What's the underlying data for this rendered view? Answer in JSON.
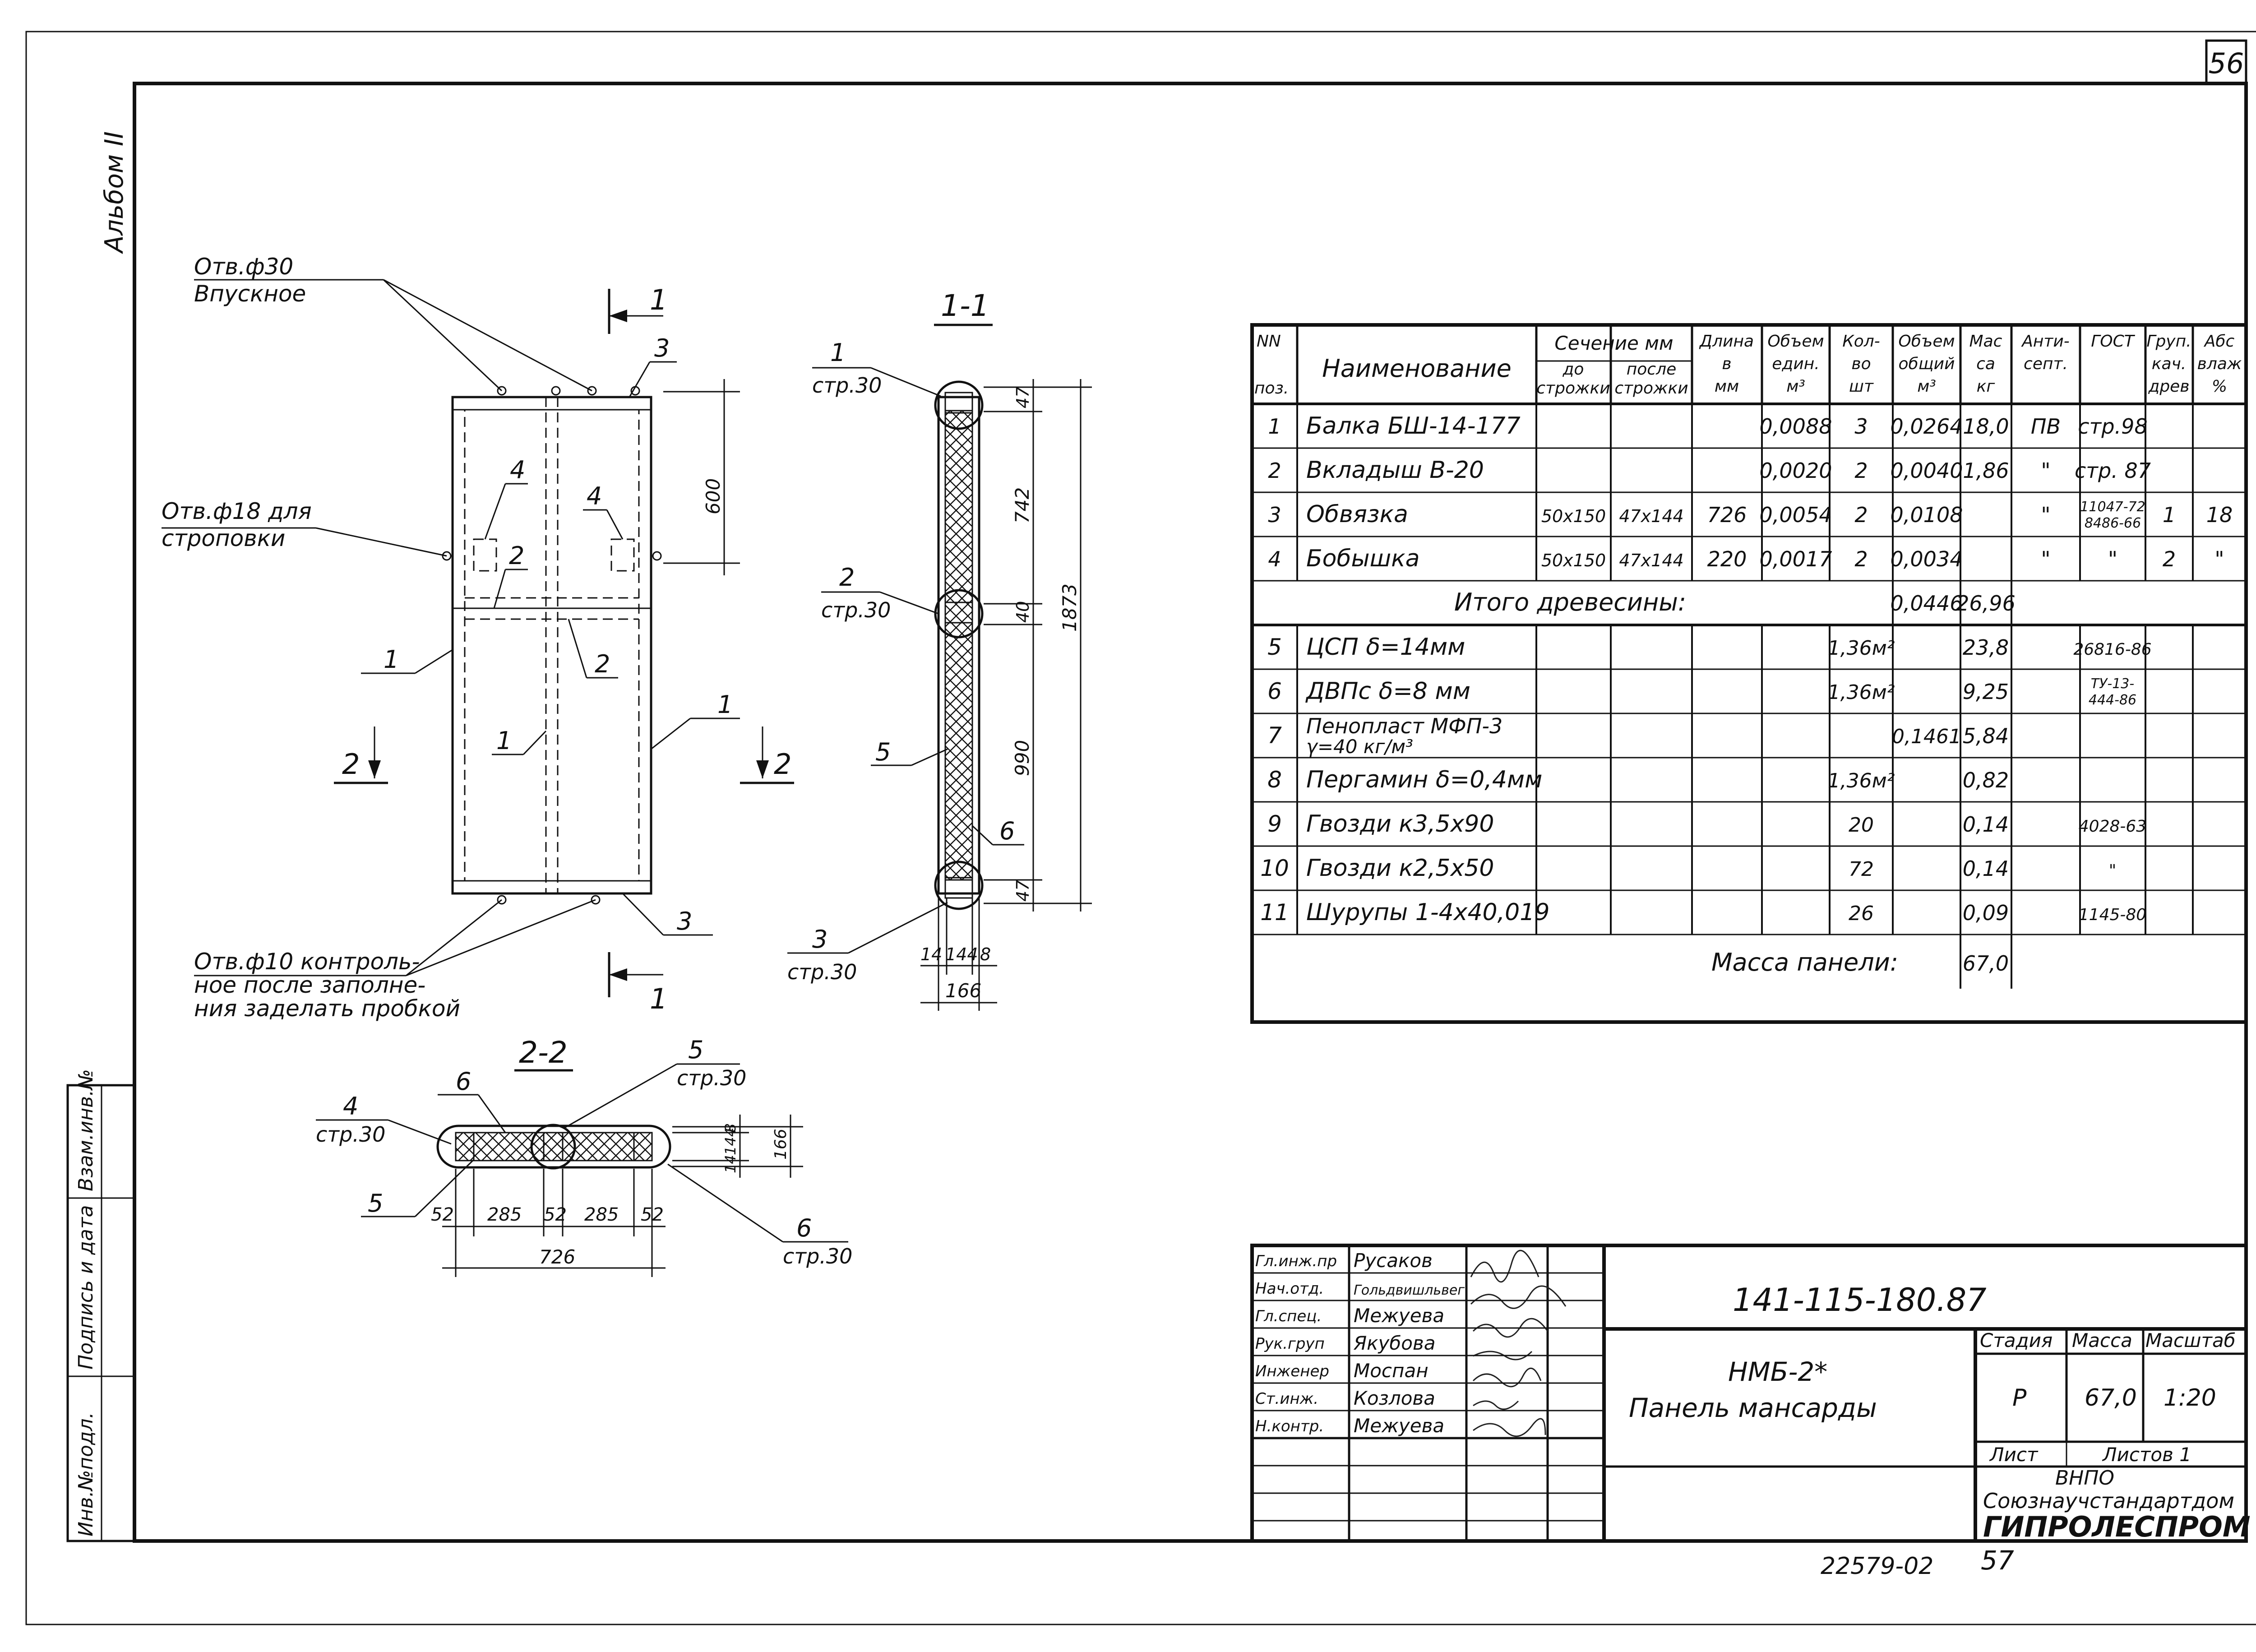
{
  "sheet": {
    "page_number": "56",
    "album_label": "Альбом II",
    "side_stamp": [
      "Инв.№подл.",
      "Подпись и дата",
      "Взам.инв.№"
    ],
    "archive_number": "22579-02",
    "bottom_page": "57"
  },
  "views": {
    "section_1_1": "1-1",
    "section_2_2": "2-2",
    "cut_1": "1",
    "cut_2": "2"
  },
  "callouts": {
    "hole_30": [
      "Отв.ф30",
      "Впускное"
    ],
    "hole_18": [
      "Отв.ф18 для",
      "строповки"
    ],
    "hole_10": [
      "Отв.ф10 контроль-",
      "ное после заполне-",
      "ния заделать пробкой"
    ],
    "ref_page": "стр.30"
  },
  "position_marks": {
    "n1": "1",
    "n2": "2",
    "n3": "3",
    "n4": "4",
    "n5": "5",
    "n6": "6"
  },
  "dimensions": {
    "d600": "600",
    "d742": "742",
    "d47": "47",
    "d40": "40",
    "d990": "990",
    "d1873": "1873",
    "d14": "14",
    "d144": "144",
    "d8": "8",
    "d166": "166",
    "d52": "52",
    "d285": "285",
    "d726": "726"
  },
  "spec_table": {
    "headers": {
      "pos_top": "NN",
      "pos_bottom": "поз.",
      "name": "Наименование",
      "section": "Сечение мм",
      "section_before": [
        "до",
        "строжки"
      ],
      "section_after": [
        "после",
        "строжки"
      ],
      "length": [
        "Длина",
        "в",
        "мм"
      ],
      "unit_volume": [
        "Объем",
        "един.",
        "м³"
      ],
      "qty": [
        "Кол-",
        "во",
        "шт"
      ],
      "total_volume": [
        "Объем",
        "общий",
        "м³"
      ],
      "mass": [
        "Мас",
        "са",
        "кг"
      ],
      "antiseptic": [
        "Анти-",
        "септ."
      ],
      "gost": "ГОСТ",
      "wood_group": [
        "Груп.",
        "кач.",
        "древ"
      ],
      "moisture": [
        "Абс",
        "влаж",
        "%"
      ]
    },
    "rows": [
      {
        "pos": "1",
        "name": "Балка БШ-14-177",
        "before": "",
        "after": "",
        "length": "",
        "unit_vol": "0,0088",
        "qty": "3",
        "total_vol": "0,0264",
        "mass": "18,0",
        "antiseptic": "ПВ",
        "gost": "стр.98",
        "group": "",
        "moisture": ""
      },
      {
        "pos": "2",
        "name": "Вкладыш В-20",
        "before": "",
        "after": "",
        "length": "",
        "unit_vol": "0,0020",
        "qty": "2",
        "total_vol": "0,0040",
        "mass": "1,86",
        "antiseptic": "\"",
        "gost": "стр. 87",
        "group": "",
        "moisture": ""
      },
      {
        "pos": "3",
        "name": "Обвязка",
        "before": "50х150",
        "after": "47х144",
        "length": "726",
        "unit_vol": "0,0054",
        "qty": "2",
        "total_vol": "0,0108",
        "mass": "",
        "antiseptic": "\"",
        "gost": "11047-72 8486-66",
        "group": "1",
        "moisture": "18"
      },
      {
        "pos": "4",
        "name": "Бобышка",
        "before": "50х150",
        "after": "47х144",
        "length": "220",
        "unit_vol": "0,0017",
        "qty": "2",
        "total_vol": "0,0034",
        "mass": "",
        "antiseptic": "\"",
        "gost": "\"",
        "group": "2",
        "moisture": "\""
      }
    ],
    "wood_total_label": "Итого древесины:",
    "wood_total_volume": "0,0446",
    "wood_total_mass": "26,96",
    "rows2": [
      {
        "pos": "5",
        "name": "ЦСП δ=14мм",
        "qty": "1,36м²",
        "total_vol": "",
        "mass": "23,8",
        "gost": "26816-86"
      },
      {
        "pos": "6",
        "name": "ДВПс δ=8 мм",
        "qty": "1,36м²",
        "total_vol": "",
        "mass": "9,25",
        "gost": "ТУ-13-444-86"
      },
      {
        "pos": "7",
        "name": "Пенопласт МФП-3",
        "name2": "γ=40 кг/м³",
        "qty": "",
        "total_vol": "0,1461",
        "mass": "5,84",
        "gost": ""
      },
      {
        "pos": "8",
        "name": "Пергамин δ=0,4мм",
        "qty": "1,36м²",
        "total_vol": "",
        "mass": "0,82",
        "gost": ""
      },
      {
        "pos": "9",
        "name": "Гвозди к3,5х90",
        "qty": "20",
        "total_vol": "",
        "mass": "0,14",
        "gost": "4028-63"
      },
      {
        "pos": "10",
        "name": "Гвозди к2,5х50",
        "qty": "72",
        "total_vol": "",
        "mass": "0,14",
        "gost": "\""
      },
      {
        "pos": "11",
        "name": "Шурупы 1-4х40,019",
        "qty": "26",
        "total_vol": "",
        "mass": "0,09",
        "gost": "1145-80"
      }
    ],
    "panel_mass_label": "Масса панели:",
    "panel_mass": "67,0"
  },
  "title_block": {
    "roles": [
      "Гл.инж.пр",
      "Нач.отд.",
      "Гл.спец.",
      "Рук.груп",
      "Инженер",
      "Ст.инж.",
      "Н.контр."
    ],
    "names": [
      "Русаков",
      "Гольдвишльвег",
      "Межуева",
      "Якубова",
      "Моспан",
      "Козлова",
      "Межуева"
    ],
    "designation": "141-115-180.87",
    "product_code": "НМБ-2*",
    "product_name": "Панель мансарды",
    "stage_label": "Стадия",
    "mass_label": "Масса",
    "scale_label": "Масштаб",
    "stage": "Р",
    "mass": "67,0",
    "scale": "1:20",
    "sheet_label": "Лист",
    "sheets_label": "Листов 1",
    "org_1": "ВНПО",
    "org_2": "Союзнаучстандартдом",
    "org_3": "ГИПРОЛЕСПРОМ"
  }
}
